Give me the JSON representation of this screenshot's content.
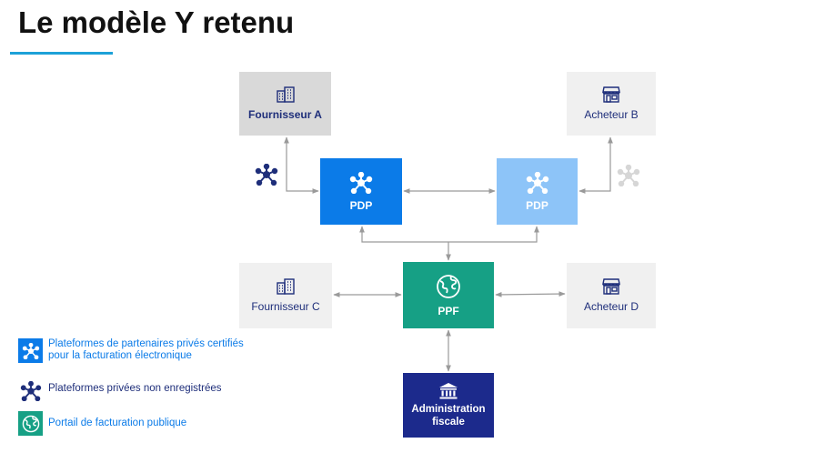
{
  "title": "Le modèle Y retenu",
  "colors": {
    "accent_underline": "#1da1d8",
    "pdp_certified": "#0b7be8",
    "pdp_light": "#8dc4f8",
    "ppf": "#16a085",
    "administration": "#1c2a8c",
    "navy_icon": "#1e2e7a",
    "grey_box": "#d9d9d9",
    "light_box": "#f0f0f0"
  },
  "nodes": {
    "fournisseur_a": {
      "label": "Fournisseur A",
      "icon": "building-icon"
    },
    "acheteur_b": {
      "label": "Acheteur B",
      "icon": "shop-icon"
    },
    "pdp_left": {
      "label": "PDP",
      "icon": "network-hub-icon"
    },
    "pdp_right": {
      "label": "PDP",
      "icon": "network-hub-icon"
    },
    "fournisseur_c": {
      "label": "Fournisseur C",
      "icon": "building-icon"
    },
    "ppf": {
      "label": "PPF",
      "icon": "globe-icon"
    },
    "acheteur_d": {
      "label": "Acheteur D",
      "icon": "shop-icon"
    },
    "administration": {
      "label": "Administration fiscale",
      "icon": "bank-icon"
    }
  },
  "legend": [
    {
      "text": "Plateformes de partenaires privés certifiés pour la facturation électronique",
      "icon": "network-hub-icon"
    },
    {
      "text": "Plateformes privées non enregistrées",
      "icon": "network-hub-icon"
    },
    {
      "text": "Portail de facturation publique",
      "icon": "globe-icon"
    }
  ]
}
